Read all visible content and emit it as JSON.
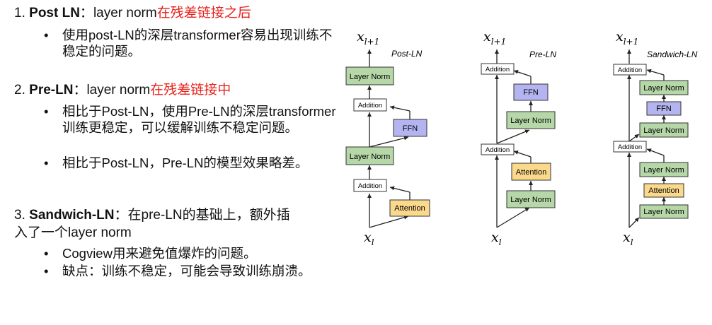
{
  "left_text": {
    "s1": {
      "num": "1.",
      "title": "Post LN",
      "sep": "：",
      "plain": "layer norm",
      "red": "在残差链接之后"
    },
    "s1_bullet": "使用post-LN的深层transformer容易出现训练不稳定的问题。",
    "s2": {
      "num": "2.",
      "title": "Pre-LN",
      "sep": "：",
      "plain": "layer norm",
      "red": "在残差链接中"
    },
    "s2_bullets": [
      "相比于Post-LN，使用Pre-LN的深层transformer训练更稳定，可以缓解训练不稳定问题。",
      "相比于Post-LN，Pre-LN的模型效果略差。"
    ],
    "s3": {
      "num": "3.",
      "title": "Sandwich-LN",
      "sep": "：",
      "rest1": "在pre-LN的基础上，额外插",
      "rest2": "入了一个layer norm"
    },
    "s3_bullets": [
      "Cogview用来避免值爆炸的问题。",
      "缺点：训练不稳定，可能会导致训练崩溃。"
    ],
    "bullet_char": "•"
  },
  "diagrams": {
    "input_base": "x",
    "input_sub": "l",
    "output_base": "x",
    "output_sub": "l+1",
    "post_ln": {
      "title": "Post-LN",
      "layer_norm_top": "Layer Norm",
      "addition_top": "Addition",
      "ffn": "FFN",
      "layer_norm_mid": "Layer Norm",
      "addition_bottom": "Addition",
      "attention": "Attention"
    },
    "pre_ln": {
      "title": "Pre-LN",
      "addition_top": "Addition",
      "ffn": "FFN",
      "layer_norm_top": "Layer Norm",
      "addition_bottom": "Addition",
      "attention": "Attention",
      "layer_norm_bottom": "Layer Norm"
    },
    "sandwich_ln": {
      "title": "Sandwich-LN",
      "addition_top": "Addition",
      "layer_norm_1": "Layer Norm",
      "ffn": "FFN",
      "layer_norm_2": "Layer Norm",
      "addition_bottom": "Addition",
      "layer_norm_3": "Layer Norm",
      "attention": "Attention",
      "layer_norm_4": "Layer Norm"
    }
  },
  "colors": {
    "layer_norm_fill": "#b6d7a8",
    "ffn_fill": "#b4b4f0",
    "attention_fill": "#fbd98c",
    "highlight_red": "#e8201a"
  }
}
